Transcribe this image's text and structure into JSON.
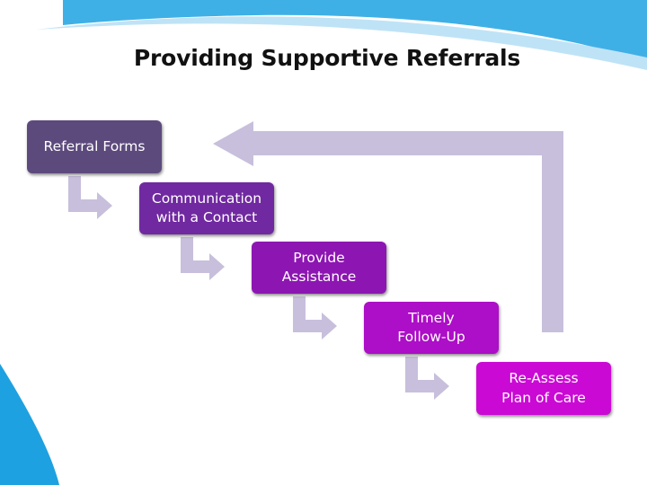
{
  "title": "Providing Supportive Referrals",
  "steps": [
    {
      "label": "Referral Forms"
    },
    {
      "label": "Communication\nwith a Contact"
    },
    {
      "label": "Provide\nAssistance"
    },
    {
      "label": "Timely\nFollow-Up"
    },
    {
      "label": "Re-Assess\nPlan of Care"
    }
  ],
  "colors": {
    "arrow": "#c8bfdc",
    "swoosh": "#1ea1e0",
    "step_1": "#5d4a7d",
    "step_2": "#7029a0",
    "step_3": "#8d16b2",
    "step_4": "#ad0ec7",
    "step_5": "#cb09d5"
  }
}
